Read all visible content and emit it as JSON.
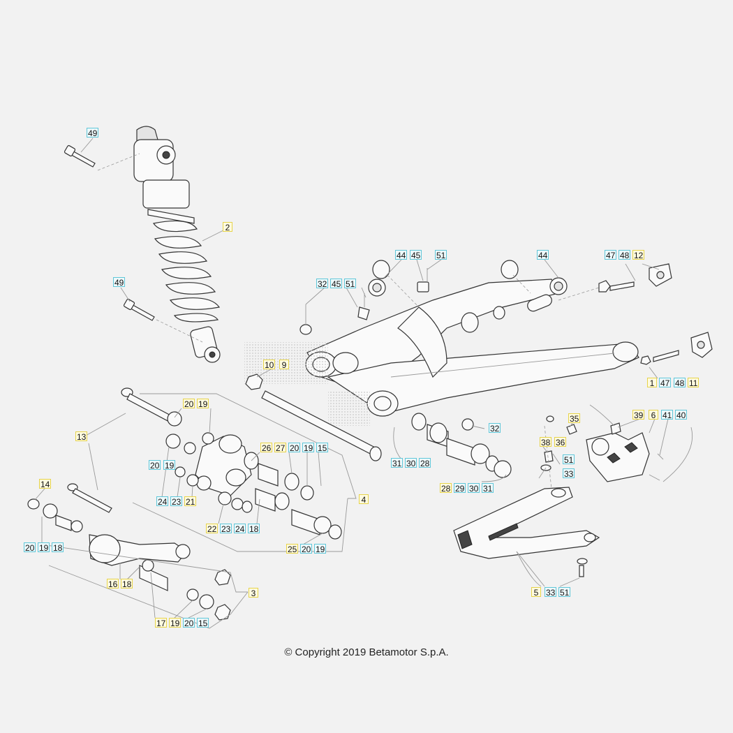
{
  "copyright": "© Copyright 2019 Betamotor S.p.A.",
  "colors": {
    "cyan_tag": "#5fc6d8",
    "yellow_tag": "#e6d34a"
  },
  "callouts": [
    {
      "id": "c49a",
      "n": "49",
      "c": "cyan"
    },
    {
      "id": "c2",
      "n": "2",
      "c": "yellow"
    },
    {
      "id": "c49b",
      "n": "49",
      "c": "cyan"
    },
    {
      "id": "c44a",
      "n": "44",
      "c": "cyan"
    },
    {
      "id": "c45a",
      "n": "45",
      "c": "cyan"
    },
    {
      "id": "c51a",
      "n": "51",
      "c": "cyan"
    },
    {
      "id": "c44b",
      "n": "44",
      "c": "cyan"
    },
    {
      "id": "c47a",
      "n": "47",
      "c": "cyan"
    },
    {
      "id": "c48a",
      "n": "48",
      "c": "cyan"
    },
    {
      "id": "c12",
      "n": "12",
      "c": "yellow"
    },
    {
      "id": "c32a",
      "n": "32",
      "c": "cyan"
    },
    {
      "id": "c45b",
      "n": "45",
      "c": "cyan"
    },
    {
      "id": "c51b",
      "n": "51",
      "c": "cyan"
    },
    {
      "id": "c10",
      "n": "10",
      "c": "yellow"
    },
    {
      "id": "c9",
      "n": "9",
      "c": "yellow"
    },
    {
      "id": "c1",
      "n": "1",
      "c": "yellow"
    },
    {
      "id": "c47b",
      "n": "47",
      "c": "cyan"
    },
    {
      "id": "c48b",
      "n": "48",
      "c": "cyan"
    },
    {
      "id": "c11",
      "n": "11",
      "c": "yellow"
    },
    {
      "id": "c20a",
      "n": "20",
      "c": "yellow"
    },
    {
      "id": "c19a",
      "n": "19",
      "c": "yellow"
    },
    {
      "id": "c13",
      "n": "13",
      "c": "yellow"
    },
    {
      "id": "c35",
      "n": "35",
      "c": "yellow"
    },
    {
      "id": "c39",
      "n": "39",
      "c": "yellow"
    },
    {
      "id": "c6",
      "n": "6",
      "c": "yellow"
    },
    {
      "id": "c41",
      "n": "41",
      "c": "cyan"
    },
    {
      "id": "c40",
      "n": "40",
      "c": "cyan"
    },
    {
      "id": "c32b",
      "n": "32",
      "c": "cyan"
    },
    {
      "id": "c26",
      "n": "26",
      "c": "yellow"
    },
    {
      "id": "c27",
      "n": "27",
      "c": "yellow"
    },
    {
      "id": "c20b",
      "n": "20",
      "c": "cyan"
    },
    {
      "id": "c19b",
      "n": "19",
      "c": "cyan"
    },
    {
      "id": "c15a",
      "n": "15",
      "c": "cyan"
    },
    {
      "id": "c38",
      "n": "38",
      "c": "yellow"
    },
    {
      "id": "c36",
      "n": "36",
      "c": "yellow"
    },
    {
      "id": "c20c",
      "n": "20",
      "c": "cyan"
    },
    {
      "id": "c19c",
      "n": "19",
      "c": "cyan"
    },
    {
      "id": "c31a",
      "n": "31",
      "c": "cyan"
    },
    {
      "id": "c30a",
      "n": "30",
      "c": "cyan"
    },
    {
      "id": "c28a",
      "n": "28",
      "c": "cyan"
    },
    {
      "id": "c51c",
      "n": "51",
      "c": "cyan"
    },
    {
      "id": "c33a",
      "n": "33",
      "c": "cyan"
    },
    {
      "id": "c14",
      "n": "14",
      "c": "yellow"
    },
    {
      "id": "c28b",
      "n": "28",
      "c": "yellow"
    },
    {
      "id": "c29",
      "n": "29",
      "c": "cyan"
    },
    {
      "id": "c30b",
      "n": "30",
      "c": "cyan"
    },
    {
      "id": "c31b",
      "n": "31",
      "c": "cyan"
    },
    {
      "id": "c24a",
      "n": "24",
      "c": "cyan"
    },
    {
      "id": "c23a",
      "n": "23",
      "c": "cyan"
    },
    {
      "id": "c21",
      "n": "21",
      "c": "yellow"
    },
    {
      "id": "c4",
      "n": "4",
      "c": "yellow"
    },
    {
      "id": "c22",
      "n": "22",
      "c": "yellow"
    },
    {
      "id": "c23b",
      "n": "23",
      "c": "cyan"
    },
    {
      "id": "c24b",
      "n": "24",
      "c": "cyan"
    },
    {
      "id": "c18a",
      "n": "18",
      "c": "cyan"
    },
    {
      "id": "c20d",
      "n": "20",
      "c": "cyan"
    },
    {
      "id": "c19d",
      "n": "19",
      "c": "cyan"
    },
    {
      "id": "c18b",
      "n": "18",
      "c": "cyan"
    },
    {
      "id": "c25",
      "n": "25",
      "c": "yellow"
    },
    {
      "id": "c20e",
      "n": "20",
      "c": "cyan"
    },
    {
      "id": "c19e",
      "n": "19",
      "c": "cyan"
    },
    {
      "id": "c16",
      "n": "16",
      "c": "yellow"
    },
    {
      "id": "c18c",
      "n": "18",
      "c": "yellow"
    },
    {
      "id": "c3",
      "n": "3",
      "c": "yellow"
    },
    {
      "id": "c5",
      "n": "5",
      "c": "yellow"
    },
    {
      "id": "c33b",
      "n": "33",
      "c": "cyan"
    },
    {
      "id": "c51d",
      "n": "51",
      "c": "cyan"
    },
    {
      "id": "c17",
      "n": "17",
      "c": "yellow"
    },
    {
      "id": "c19f",
      "n": "19",
      "c": "yellow"
    },
    {
      "id": "c20f",
      "n": "20",
      "c": "cyan"
    },
    {
      "id": "c15b",
      "n": "15",
      "c": "cyan"
    }
  ]
}
